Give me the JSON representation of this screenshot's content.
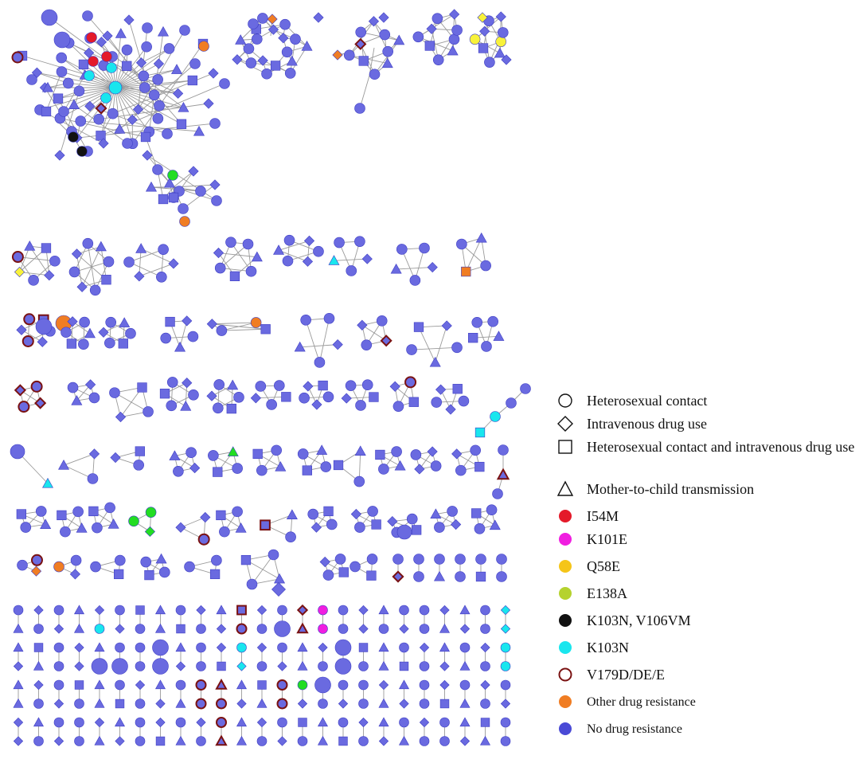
{
  "colors": {
    "node_default": "#6a6ae0",
    "node_stroke": "#3e3ec4",
    "edge": "#9a9a9a",
    "I54M": "#e41a2a",
    "K101E": "#f01ee0",
    "Q58E": "#f5c518",
    "E138A": "#b5d22e",
    "K103N_V106VM": "#111111",
    "K103N": "#19e6ee",
    "V179D_ring": "#7a1212",
    "other": "#f07d23",
    "green_node": "#22dd22",
    "yellow_node": "#f8f23a"
  },
  "legend": {
    "shapes": [
      {
        "shape": "circle",
        "label": "Heterosexual contact"
      },
      {
        "shape": "diamond",
        "label": "Intravenous drug use"
      },
      {
        "shape": "square",
        "label": "Heterosexual contact and intravenous drug use"
      },
      {
        "shape": "triangle",
        "label": "Mother-to-child transmission"
      }
    ],
    "mutations": [
      {
        "color": "#e41a2a",
        "label": "I54M"
      },
      {
        "color": "#f01ee0",
        "label": "K101E"
      },
      {
        "color": "#f5c518",
        "label": "Q58E"
      },
      {
        "color": "#b5d22e",
        "label": "E138A"
      },
      {
        "color": "#111111",
        "label": "K103N, V106VM"
      },
      {
        "color": "#19e6ee",
        "label": "K103N"
      },
      {
        "color": "ring",
        "label": "V179D/DE/E"
      },
      {
        "color": "#f07d23",
        "label": "Other drug resistance"
      },
      {
        "color": "#4a4ad6",
        "label": "No drug resistance"
      }
    ]
  },
  "network": {
    "grid": {
      "columns": 25,
      "rows": 8,
      "shape_sequence": [
        "circle",
        "diamond",
        "circle",
        "triangle",
        "diamond",
        "circle",
        "square",
        "triangle",
        "circle",
        "diamond",
        "triangle",
        "circle",
        "diamond",
        "circle",
        "triangle",
        "square",
        "circle",
        "diamond",
        "triangle",
        "circle",
        "circle",
        "diamond",
        "triangle",
        "circle",
        "diamond"
      ],
      "highlights": [
        {
          "col": 4,
          "row": 1,
          "fill": "#19e6ee",
          "shape": "circle"
        },
        {
          "col": 11,
          "row": 0,
          "fill": "ring",
          "shape": "square"
        },
        {
          "col": 11,
          "row": 1,
          "fill": "ring",
          "shape": "circle"
        },
        {
          "col": 14,
          "row": 0,
          "fill": "ring",
          "shape": "diamond"
        },
        {
          "col": 14,
          "row": 1,
          "fill": "ring",
          "shape": "triangle"
        },
        {
          "col": 15,
          "row": 0,
          "fill": "#f01ee0",
          "shape": "circle"
        },
        {
          "col": 15,
          "row": 1,
          "fill": "#f01ee0",
          "shape": "circle"
        },
        {
          "col": 24,
          "row": 0,
          "fill": "#19e6ee",
          "shape": "diamond"
        },
        {
          "col": 24,
          "row": 1,
          "fill": "#19e6ee",
          "shape": "diamond"
        },
        {
          "col": 11,
          "row": 2,
          "fill": "#19e6ee",
          "shape": "circle"
        },
        {
          "col": 11,
          "row": 3,
          "fill": "#19e6ee",
          "shape": "diamond"
        },
        {
          "col": 24,
          "row": 2,
          "fill": "#19e6ee",
          "shape": "circle"
        },
        {
          "col": 24,
          "row": 3,
          "fill": "#19e6ee",
          "shape": "circle"
        },
        {
          "col": 9,
          "row": 4,
          "fill": "ring",
          "shape": "circle"
        },
        {
          "col": 9,
          "row": 5,
          "fill": "ring",
          "shape": "circle"
        },
        {
          "col": 10,
          "row": 4,
          "fill": "ring",
          "shape": "triangle"
        },
        {
          "col": 10,
          "row": 5,
          "fill": "ring",
          "shape": "circle"
        },
        {
          "col": 13,
          "row": 4,
          "fill": "ring",
          "shape": "circle"
        },
        {
          "col": 13,
          "row": 5,
          "fill": "ring",
          "shape": "circle"
        },
        {
          "col": 14,
          "row": 4,
          "fill": "#22dd22",
          "shape": "circle"
        },
        {
          "col": 10,
          "row": 6,
          "fill": "ring",
          "shape": "circle"
        },
        {
          "col": 10,
          "row": 7,
          "fill": "ring",
          "shape": "triangle"
        }
      ],
      "large": [
        {
          "col": 13,
          "row": 1
        },
        {
          "col": 7,
          "row": 2
        },
        {
          "col": 16,
          "row": 2
        },
        {
          "col": 4,
          "row": 3
        },
        {
          "col": 5,
          "row": 3
        },
        {
          "col": 7,
          "row": 3
        },
        {
          "col": 16,
          "row": 3
        },
        {
          "col": 15,
          "row": 4
        }
      ]
    }
  }
}
